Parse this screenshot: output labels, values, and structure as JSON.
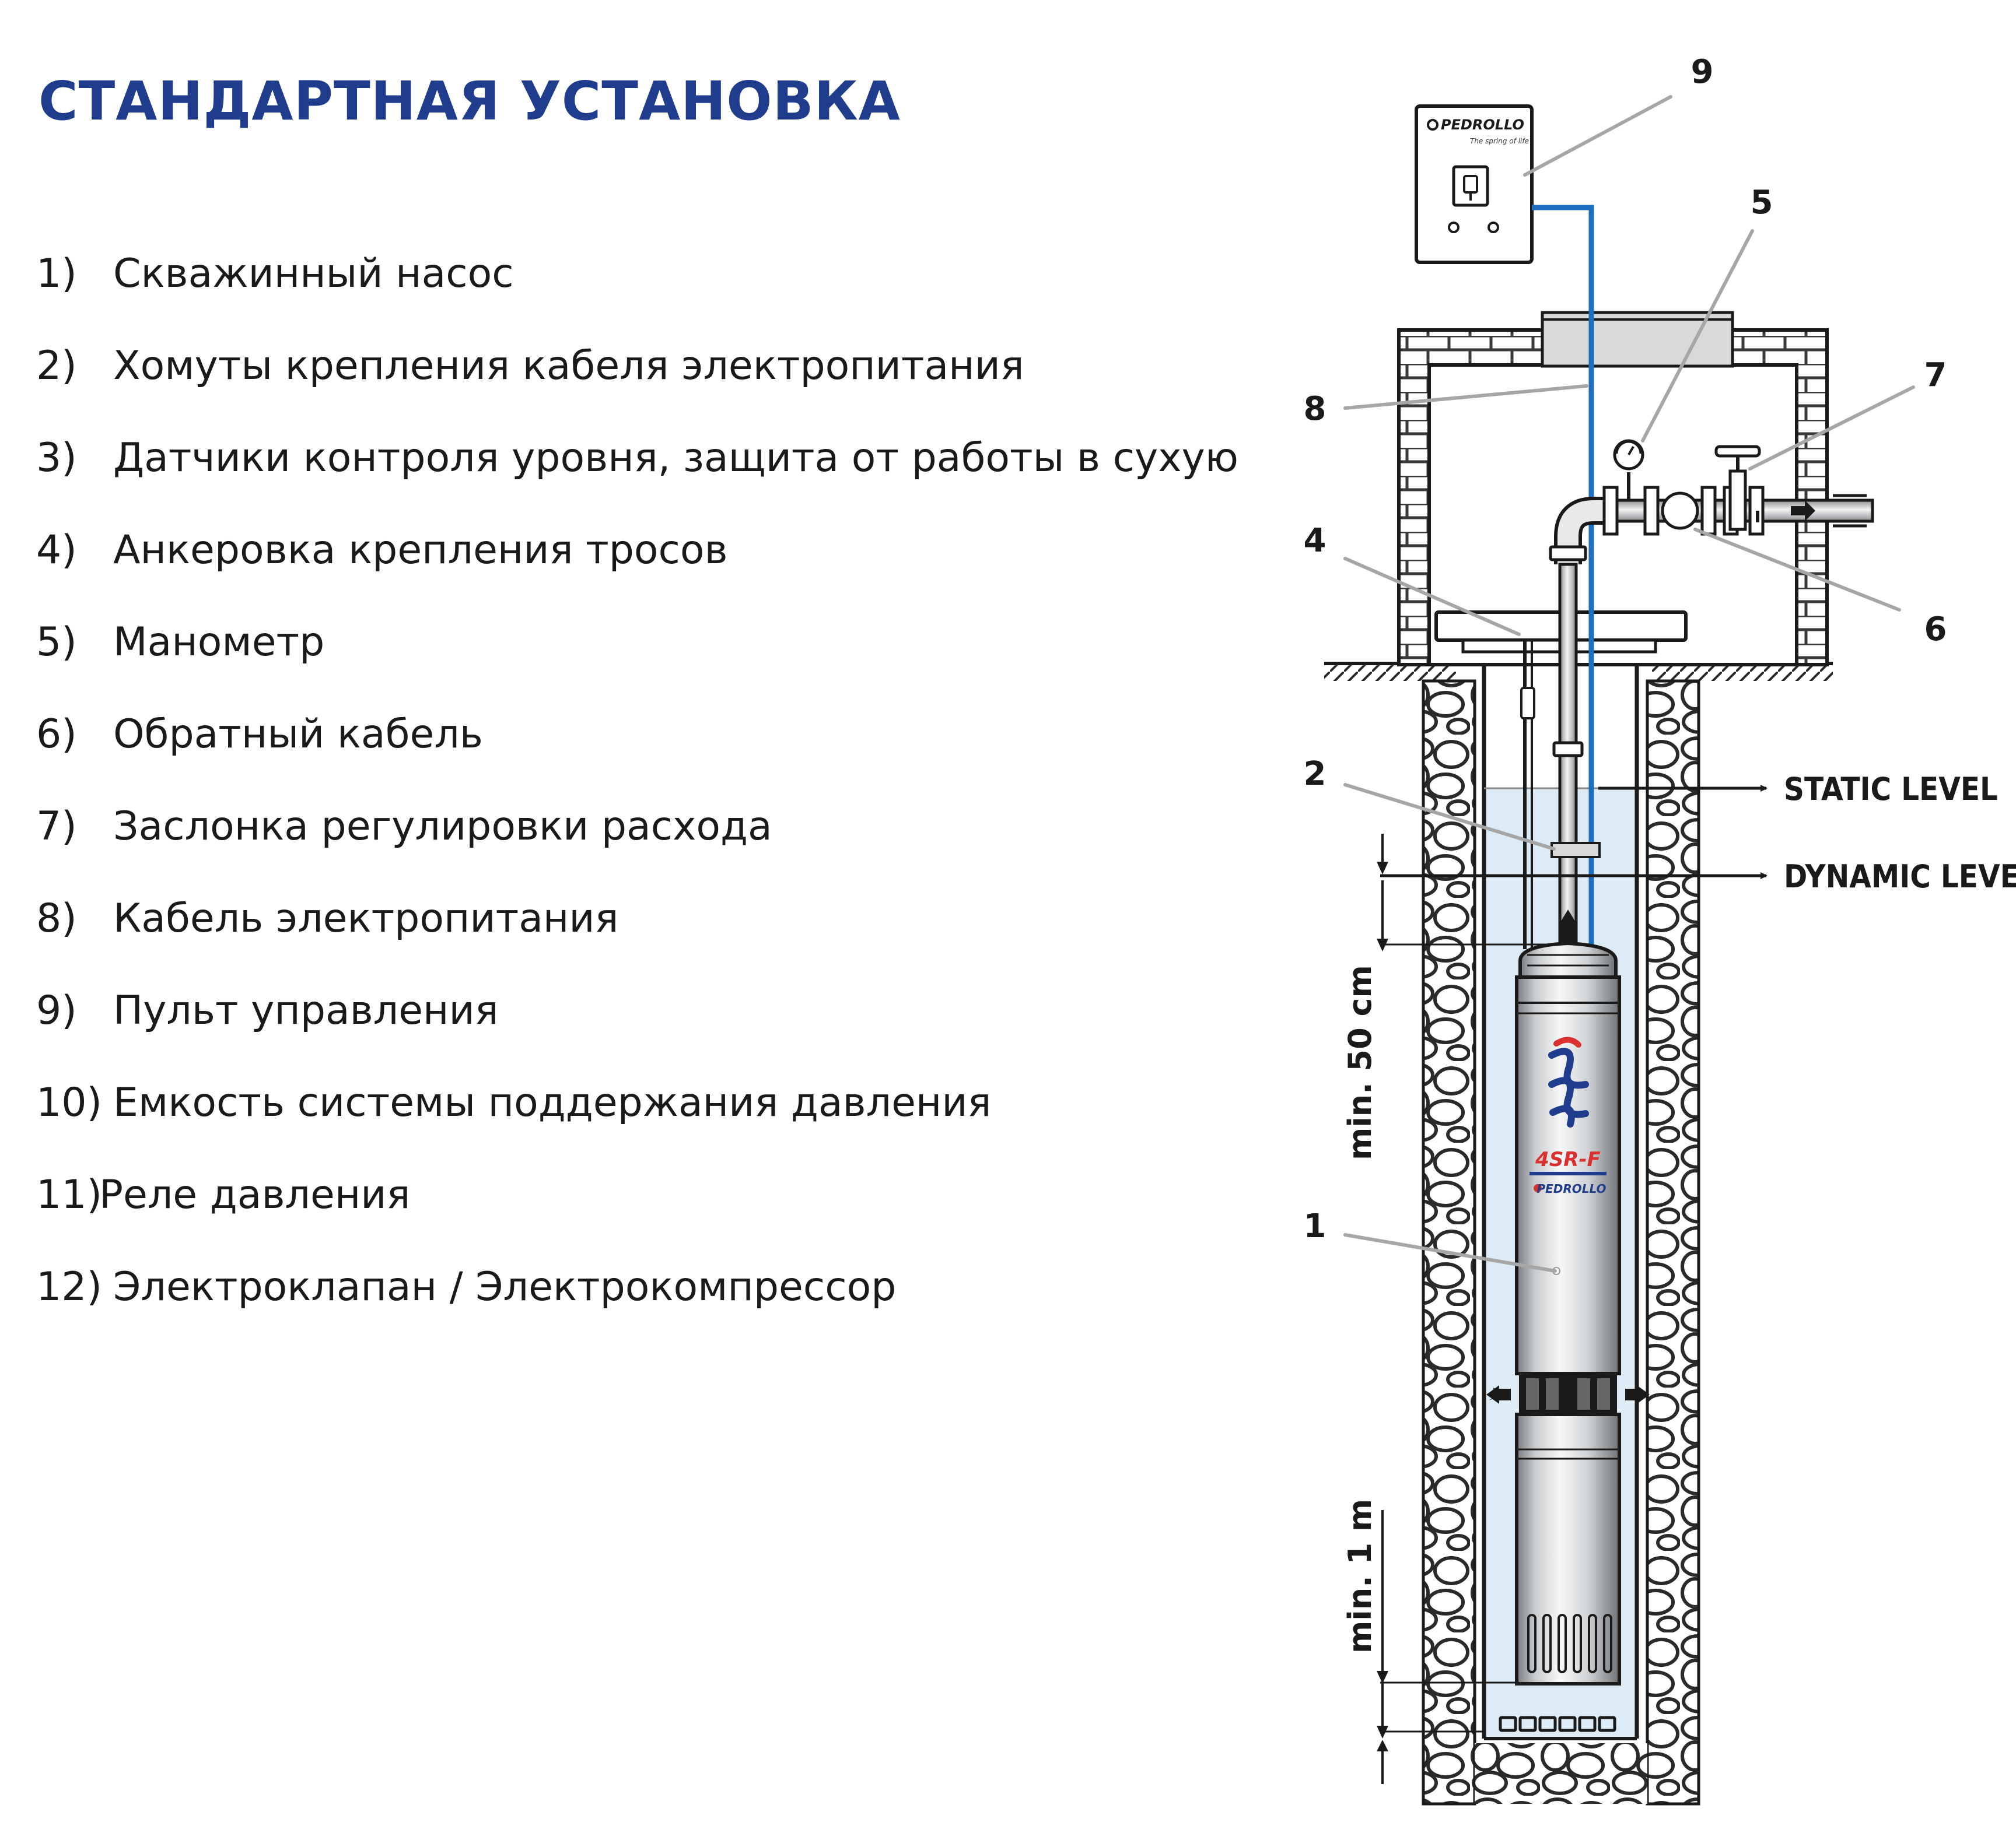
{
  "title": "СТАНДАРТНАЯ УСТАНОВКА",
  "legend": [
    {
      "num": "1)",
      "text": "Скважинный насос"
    },
    {
      "num": "2)",
      "text": "Хомуты крепления кабеля электропитания"
    },
    {
      "num": "3)",
      "text": "Датчики контроля уровня, защита от работы в сухую"
    },
    {
      "num": "4)",
      "text": "Анкеровка крепления тросов"
    },
    {
      "num": "5)",
      "text": "Манометр"
    },
    {
      "num": "6)",
      "text": "Обратный кабель"
    },
    {
      "num": "7)",
      "text": "Заслонка регулировки расхода"
    },
    {
      "num": "8)",
      "text": "Кабель электропитания"
    },
    {
      "num": "9)",
      "text": "Пульт управления"
    },
    {
      "num": "10)",
      "text": "Емкость системы поддержания давления"
    },
    {
      "num": "11)",
      "text": "Реле давления"
    },
    {
      "num": "12)",
      "text": "Электроклапан / Электрокомпрессор"
    }
  ],
  "diagram": {
    "callouts": [
      "9",
      "5",
      "7",
      "8",
      "4",
      "6",
      "2",
      "1"
    ],
    "static_level": "STATIC LEVEL",
    "dynamic_level": "DYNAMIC LEVEL",
    "min_50": "min. 50 cm",
    "min_1m": "min. 1 m",
    "control_brand": "PEDROLLO",
    "control_tagline": "The spring of life",
    "pump_model": "4SR-F",
    "pump_brand": "PEDROLLO"
  },
  "colors": {
    "title": "#1f3d8c",
    "cable": "#1e6fc0",
    "water": "#dcebf5",
    "leader": "#a6a6a6"
  }
}
